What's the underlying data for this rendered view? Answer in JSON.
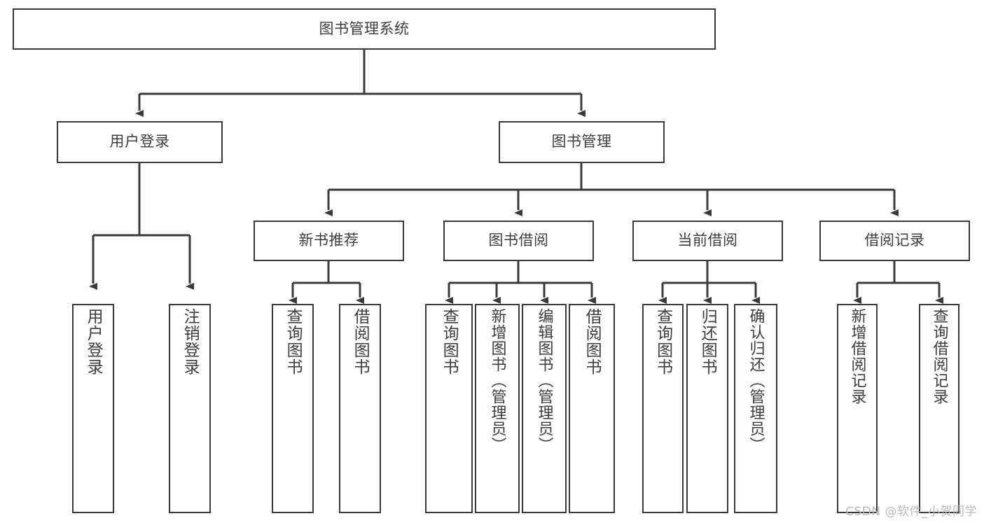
{
  "diagram": {
    "type": "tree-hierarchy",
    "title": "图书管理系统",
    "watermark": "CSDN @软件_小贺同学",
    "colors": {
      "box_border": "#3a3a3a",
      "connector": "#3a3a3a",
      "text": "#3d3d3d",
      "background": "#ffffff",
      "watermark": "#b9b9b9"
    },
    "levels": {
      "root": {
        "label": "图书管理系统"
      },
      "level1": [
        {
          "label": "用户登录"
        },
        {
          "label": "图书管理"
        }
      ],
      "level2": [
        {
          "label": "新书推荐"
        },
        {
          "label": "图书借阅"
        },
        {
          "label": "当前借阅"
        },
        {
          "label": "借阅记录"
        }
      ],
      "leaves": {
        "user_login": [
          {
            "label": "用户登录"
          },
          {
            "label": "注销登录"
          }
        ],
        "new_book_recommend": [
          {
            "label": "查询图书"
          },
          {
            "label": "借阅图书"
          }
        ],
        "book_borrow": [
          {
            "label": "查询图书"
          },
          {
            "label": "新增图书（管理员）"
          },
          {
            "label": "编辑图书（管理员）"
          },
          {
            "label": "借阅图书"
          }
        ],
        "current_borrow": [
          {
            "label": "查询图书"
          },
          {
            "label": "归还图书"
          },
          {
            "label": "确认归还（管理员）"
          }
        ],
        "borrow_record": [
          {
            "label": "新增借阅记录"
          },
          {
            "label": "查询借阅记录"
          }
        ]
      }
    }
  }
}
